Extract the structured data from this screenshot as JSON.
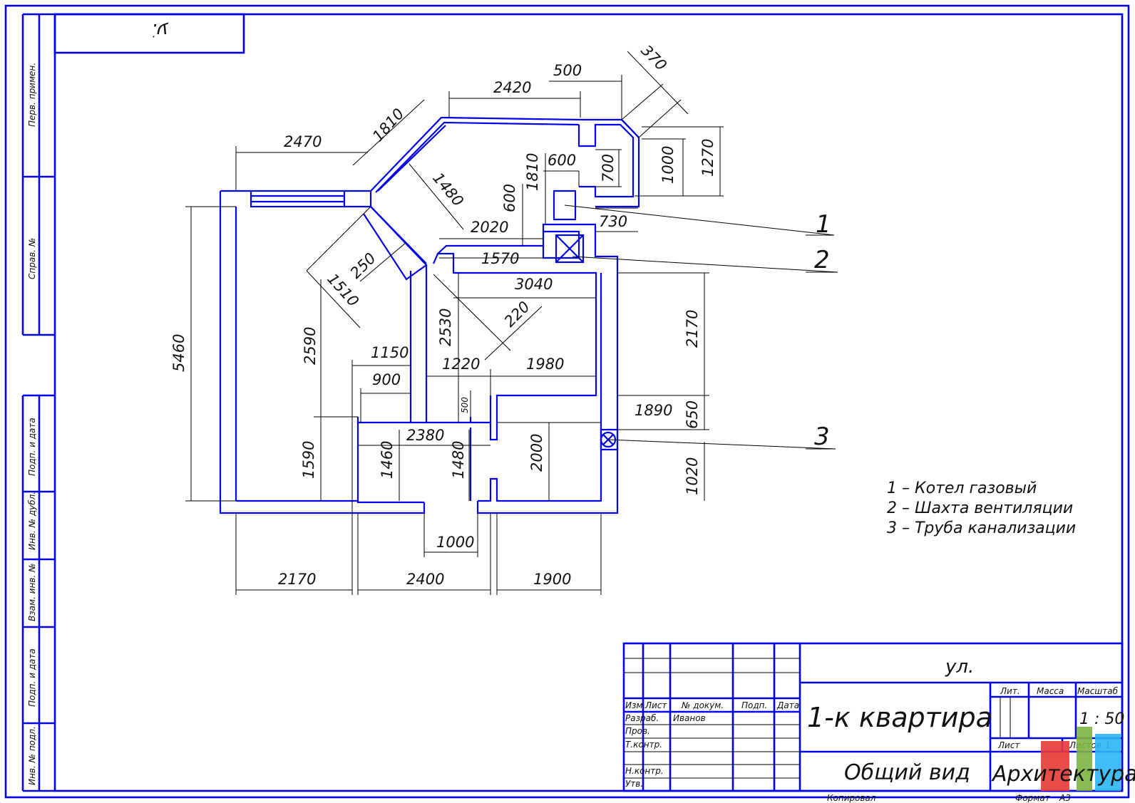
{
  "sheet": {
    "corner_field": "ע.ׂ",
    "left_strip": [
      "Перв. примен.",
      "Справ. №",
      "Подп. и дата",
      "Инв. № дубл.",
      "Взам. инв. №",
      "Подп. и дата",
      "Инв. № подл."
    ]
  },
  "dimensions": {
    "d2470": "2470",
    "d1810a": "1810",
    "d2420": "2420",
    "d500a": "500",
    "d370": "370",
    "d1480a": "1480",
    "d600a": "600",
    "d1810b": "1810",
    "d700": "700",
    "d1000a": "1000",
    "d1270": "1270",
    "d600b": "600",
    "d2020": "2020",
    "d730": "730",
    "d1570": "1570",
    "d250": "250",
    "d1510": "1510",
    "d3040": "3040",
    "d220": "220",
    "d5460": "5460",
    "d2590": "2590",
    "d2530": "2530",
    "d2170v": "2170",
    "d1150": "1150",
    "d1220": "1220",
    "d1980": "1980",
    "d900": "900",
    "d500b": "500",
    "d1890": "1890",
    "d650": "650",
    "d2380": "2380",
    "d1460": "1460",
    "d1480b": "1480",
    "d2000": "2000",
    "d1590": "1590",
    "d1020": "1020",
    "d1000b": "1000",
    "d2170h": "2170",
    "d2400": "2400",
    "d1900": "1900"
  },
  "callouts": {
    "c1": "1",
    "c2": "2",
    "c3": "3"
  },
  "legend": [
    "1 – Котел газовый",
    "2 – Шахта вентиляции",
    "3 – Труба канализации"
  ],
  "title_block": {
    "street": "ул.",
    "project": "1-к квартира",
    "sheet_name": "Общий вид",
    "organization": "Архитектура",
    "col_headers": [
      "Изм.",
      "Лист",
      "№ докум.",
      "Подп.",
      "Дата"
    ],
    "roles": [
      "Разраб.",
      "Пров.",
      "Т.контр.",
      "Н.контр.",
      "Утв."
    ],
    "developer": "Иванов",
    "lit_label": "Лит.",
    "mass_label": "Масса",
    "scale_label": "Масштаб",
    "scale_value": "1 : 50",
    "sheet_label": "Лист",
    "sheets_label": "Листов",
    "sheets_value": "1",
    "copied_label": "Копировал",
    "format_label": "Формат",
    "format_value": "А3"
  },
  "colors": {
    "lines": "#0000ee",
    "text": "#111111",
    "logo_red": "#e53935",
    "logo_green": "#7cb342",
    "logo_blue": "#29b6f6"
  }
}
